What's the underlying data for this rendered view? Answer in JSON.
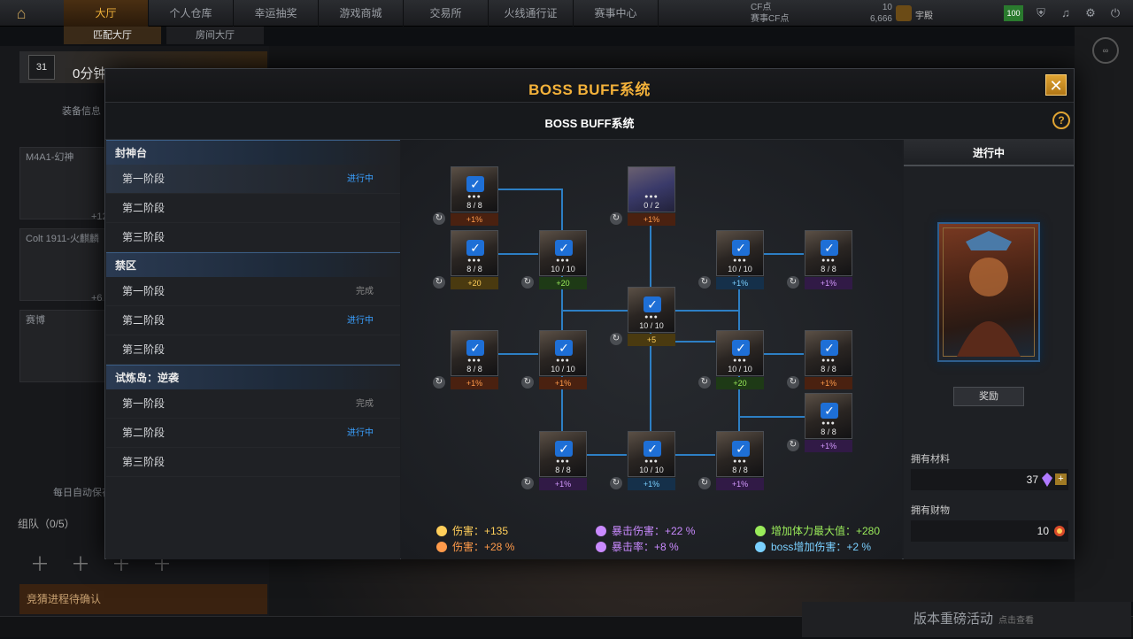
{
  "topbar": {
    "nav_tabs": [
      "大厅",
      "个人仓库",
      "幸运抽奖",
      "游戏商城",
      "交易所",
      "火线通行证",
      "赛事中心"
    ],
    "cf_label": "CF点",
    "cf_value": "10",
    "contest_cf_label": "赛事CF点",
    "contest_cf_value": "6,666",
    "user_name": "宇殿",
    "level": "100"
  },
  "subtabs": [
    "匹配大厅",
    "房间大厅"
  ],
  "background": {
    "player_level": "31",
    "player_time": "0分钟",
    "equip_label": "装备信息",
    "weapon1": "M4A1-幻神",
    "weapon1_stat": "+12",
    "weapon2": "Colt 1911-火麒麟",
    "weapon2_stat": "+6",
    "weapon3": "赛博",
    "auto_save": "每日自动保存",
    "squad": "组队（0/5）",
    "confirm": "竞猜进程待确认",
    "event": "版本重磅活动",
    "event_hint": "点击查看"
  },
  "modal": {
    "title": "BOSS BUFF系统",
    "subtitle": "BOSS BUFF系统",
    "close": "✕",
    "help": "?"
  },
  "stages": [
    {
      "category": "封神台",
      "rows": [
        {
          "label": "第一阶段",
          "status": "进行中",
          "type": "prog"
        },
        {
          "label": "第二阶段",
          "status": "",
          "type": ""
        },
        {
          "label": "第三阶段",
          "status": "",
          "type": ""
        }
      ]
    },
    {
      "category": "禁区",
      "rows": [
        {
          "label": "第一阶段",
          "status": "完成",
          "type": "done"
        },
        {
          "label": "第二阶段",
          "status": "进行中",
          "type": "prog"
        },
        {
          "label": "第三阶段",
          "status": "",
          "type": ""
        }
      ]
    },
    {
      "category": "试炼岛：逆袭",
      "rows": [
        {
          "label": "第一阶段",
          "status": "完成",
          "type": "done"
        },
        {
          "label": "第二阶段",
          "status": "进行中",
          "type": "prog"
        },
        {
          "label": "第三阶段",
          "status": "",
          "type": ""
        }
      ]
    }
  ],
  "nodes": [
    {
      "count": "8 / 8",
      "tag": "+1%",
      "tag_type": "fire"
    },
    {
      "count": "0 / 2",
      "tag": "+1%",
      "tag_type": "fire",
      "locked": true
    },
    {
      "count": "8 / 8",
      "tag": "+20",
      "tag_type": "gold"
    },
    {
      "count": "10 / 10",
      "tag": "+20",
      "tag_type": "green"
    },
    {
      "count": "10 / 10",
      "tag": "+1%",
      "tag_type": "blue"
    },
    {
      "count": "8 / 8",
      "tag": "+1%",
      "tag_type": "purple"
    },
    {
      "count": "10 / 10",
      "tag": "+5",
      "tag_type": "gold"
    },
    {
      "count": "8 / 8",
      "tag": "+1%",
      "tag_type": "fire"
    },
    {
      "count": "10 / 10",
      "tag": "+1%",
      "tag_type": "fire"
    },
    {
      "count": "10 / 10",
      "tag": "+20",
      "tag_type": "green"
    },
    {
      "count": "8 / 8",
      "tag": "+1%",
      "tag_type": "fire"
    },
    {
      "count": "8 / 8",
      "tag": "+1%",
      "tag_type": "purple"
    },
    {
      "count": "8 / 8",
      "tag": "+1%",
      "tag_type": "purple"
    },
    {
      "count": "10 / 10",
      "tag": "+1%",
      "tag_type": "blue"
    },
    {
      "count": "8 / 8",
      "tag": "+1%",
      "tag_type": "purple"
    }
  ],
  "summary": [
    {
      "label": "伤害：+135",
      "type": "gold"
    },
    {
      "label": "伤害：+28 %",
      "type": "fire"
    },
    {
      "label": "暴击伤害：+22 %",
      "type": "purple"
    },
    {
      "label": "暴击率：+8 %",
      "type": "purple"
    },
    {
      "label": "增加体力最大值：+280",
      "type": "green"
    },
    {
      "label": "boss增加伤害：+2 %",
      "type": "blue"
    }
  ],
  "right_panel": {
    "status": "进行中",
    "reward_button": "奖励",
    "materials_label": "拥有材料",
    "materials_value": "37",
    "wealth_label": "拥有财物",
    "wealth_value": "10"
  },
  "colors": {
    "accent": "#f4b23a",
    "progress": "#3aa0ff",
    "link_line": "#2f8fe0"
  }
}
